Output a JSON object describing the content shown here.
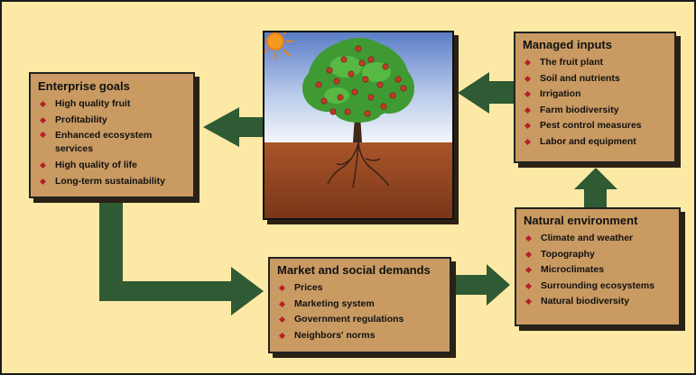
{
  "enterprise_goals": {
    "title": "Enterprise goals",
    "items": [
      "High quality fruit",
      "Profitability",
      "Enhanced ecosystem services",
      "High quality of life",
      "Long-term sustainability"
    ]
  },
  "managed_inputs": {
    "title": "Managed inputs",
    "items": [
      "The fruit plant",
      "Soil and nutrients",
      "Irrigation",
      "Farm biodiversity",
      "Pest control measures",
      "Labor and equipment"
    ]
  },
  "natural_environment": {
    "title": "Natural environment",
    "items": [
      "Climate and weather",
      "Topography",
      "Microclimates",
      "Surrounding ecosystems",
      "Natural biodiversity"
    ]
  },
  "market_social_demands": {
    "title": "Market and social demands",
    "items": [
      "Prices",
      "Marketing system",
      "Government regulations",
      "Neighbors' norms"
    ]
  },
  "colors": {
    "background": "#fce9a5",
    "box_fill": "#c99a62",
    "arrow": "#2f5a33",
    "bullet": "#b4202a",
    "sky_top": "#5b7dc6",
    "soil": "#9c4a24"
  }
}
